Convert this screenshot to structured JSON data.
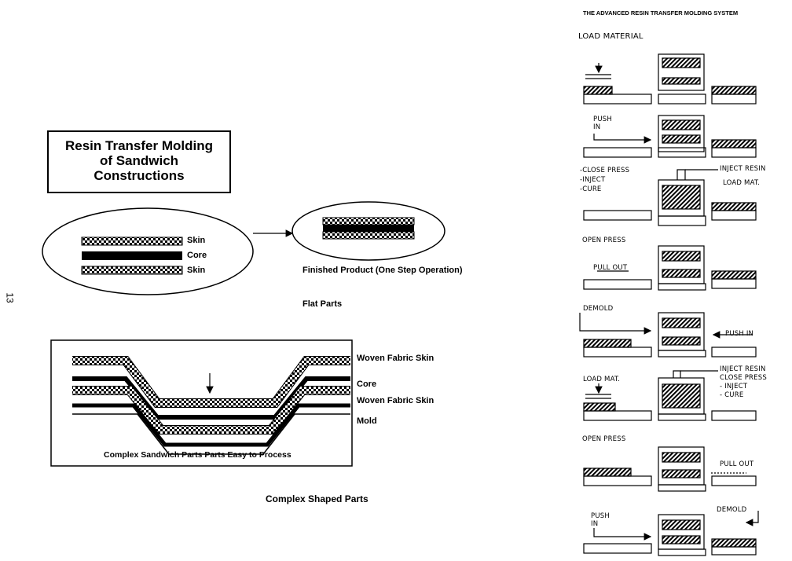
{
  "left": {
    "title_lines": [
      "Resin Transfer Molding",
      "of  Sandwich",
      "Constructions"
    ],
    "layers": {
      "skin_top": "Skin",
      "core": "Core",
      "skin_bottom": "Skin"
    },
    "finished_product": "Finished Product (One Step Operation)",
    "flat_parts": "Flat Parts",
    "complex_layers": {
      "skin_top": "Woven Fabric Skin",
      "core": "Core",
      "skin_bottom": "Woven Fabric Skin",
      "mold": "Mold"
    },
    "complex_caption": "Complex Sandwich Parts Parts Easy to Process",
    "complex_shaped_parts": "Complex Shaped Parts",
    "page_number": "13"
  },
  "right": {
    "header": "THE ADVANCED RESIN TRANSFER MOLDING SYSTEM",
    "steps": {
      "load_material": "LOAD MATERIAL",
      "push_in_1": [
        "PUSH",
        "IN"
      ],
      "close_press": [
        "-CLOSE PRESS",
        "-INJECT",
        "-CURE"
      ],
      "inject_resin": "INJECT RESIN",
      "load_mat_1": "LOAD MAT.",
      "open_press_1": "OPEN PRESS",
      "pull_out_1": "PULL OUT",
      "demold_1": "DEMOLD",
      "push_in_2": "PUSH IN",
      "load_mat_2": "LOAD MAT.",
      "inject_group": [
        "INJECT RESIN",
        "CLOSE PRESS",
        "- INJECT",
        "- CURE"
      ],
      "open_press_2": "OPEN PRESS",
      "pull_out_2": "PULL OUT",
      "demold_2": "DEMOLD",
      "push_in_3": [
        "PUSH",
        "IN"
      ]
    }
  }
}
